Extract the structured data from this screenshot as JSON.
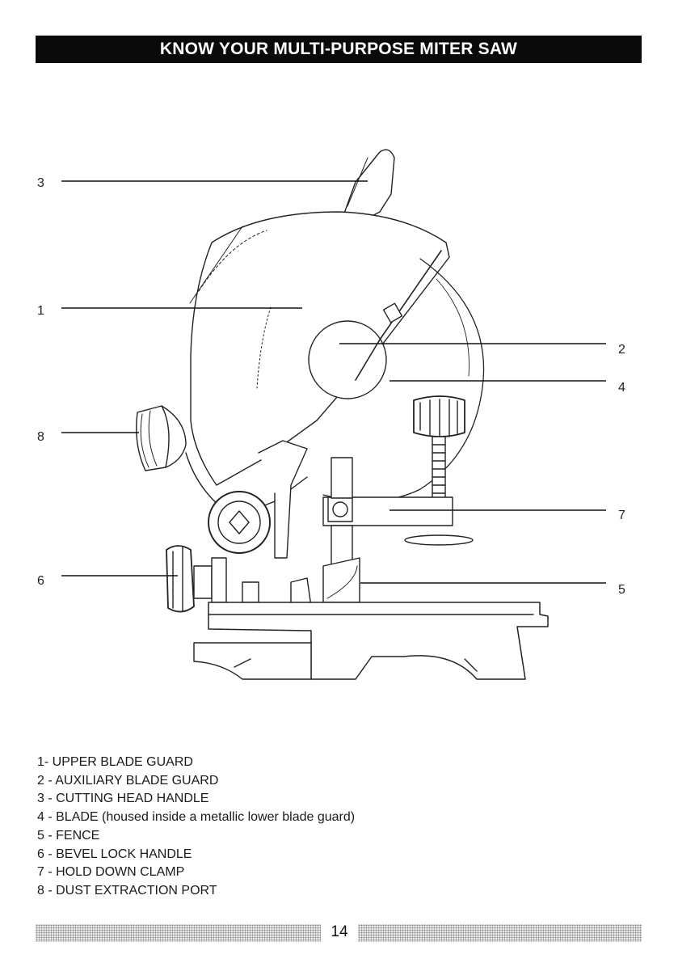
{
  "header": {
    "title": "KNOW YOUR MULTI-PURPOSE MITER SAW"
  },
  "diagram": {
    "callouts": [
      {
        "number": "3",
        "part": "cutting-head-handle"
      },
      {
        "number": "1",
        "part": "upper-blade-guard"
      },
      {
        "number": "2",
        "part": "auxiliary-blade-guard"
      },
      {
        "number": "4",
        "part": "blade"
      },
      {
        "number": "8",
        "part": "dust-extraction-port"
      },
      {
        "number": "7",
        "part": "hold-down-clamp"
      },
      {
        "number": "6",
        "part": "bevel-lock-handle"
      },
      {
        "number": "5",
        "part": "fence"
      }
    ]
  },
  "legend": {
    "items": [
      "1- UPPER BLADE GUARD",
      "2 - AUXILIARY BLADE GUARD",
      "3 - CUTTING HEAD HANDLE",
      "4 - BLADE (housed inside a metallic lower blade guard)",
      "5 - FENCE",
      "6 - BEVEL LOCK HANDLE",
      "7 - HOLD DOWN CLAMP",
      "8 - DUST EXTRACTION PORT"
    ]
  },
  "footer": {
    "page_number": "14"
  }
}
